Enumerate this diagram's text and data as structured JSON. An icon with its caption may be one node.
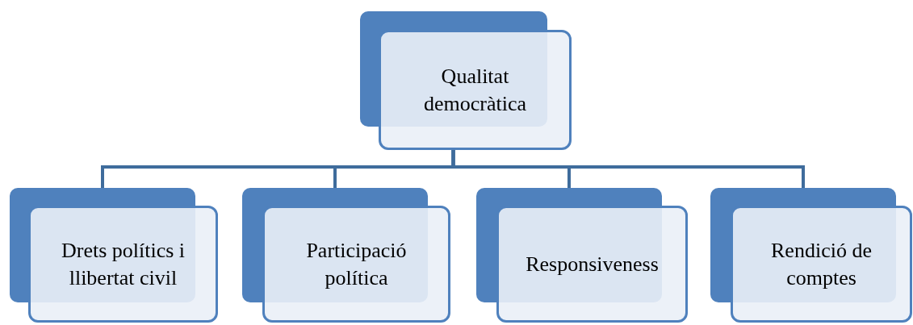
{
  "diagram": {
    "nodes": [
      {
        "text": [
          "Qualitat democràtica"
        ]
      },
      {
        "text": [
          "Drets polítics i llibertat civil"
        ]
      },
      {
        "text": [
          "Participació política"
        ]
      },
      {
        "text": [
          "Responsiveness"
        ]
      },
      {
        "text": [
          "Rendició de comptes"
        ]
      }
    ],
    "edges": [
      {
        "from": 0,
        "to": 1,
        "arrow": "none"
      },
      {
        "from": 0,
        "to": 2,
        "arrow": "none"
      },
      {
        "from": 0,
        "to": 3,
        "arrow": "none"
      },
      {
        "from": 0,
        "to": 4,
        "arrow": "none"
      }
    ]
  }
}
